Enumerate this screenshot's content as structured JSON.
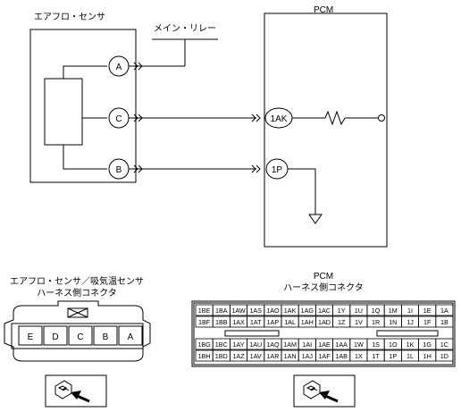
{
  "diagram": {
    "sensor_label": "エアフロ・センサ",
    "pcm_label": "PCM",
    "relay_label": "メイン・リレー",
    "sensor_pins": [
      "A",
      "C",
      "B"
    ],
    "pcm_pins": [
      "1AK",
      "1P"
    ]
  },
  "sensor_connector": {
    "title_line1": "エアフロ・センサ／吸気温センサ",
    "title_line2": "ハーネス側コネクタ",
    "pins": [
      "E",
      "D",
      "C",
      "B",
      "A"
    ]
  },
  "pcm_connector": {
    "title_line1": "PCM",
    "title_line2": "ハーネス側コネクタ",
    "rows": [
      [
        "1BE",
        "1BA",
        "1AW",
        "1AS",
        "1AO",
        "1AK",
        "1AG",
        "1AC",
        "1Y",
        "1U",
        "1Q",
        "1M",
        "1I",
        "1E",
        "1A"
      ],
      [
        "1BF",
        "1BB",
        "1AX",
        "1AT",
        "1AP",
        "1AL",
        "1AH",
        "1AD",
        "1Z",
        "1V",
        "1R",
        "1N",
        "1J",
        "1F",
        "1B"
      ],
      [
        "1BG",
        "1BC",
        "1AY",
        "1AU",
        "1AQ",
        "1AM",
        "1AI",
        "1AE",
        "1AA",
        "1W",
        "1S",
        "1O",
        "1K",
        "1G",
        "1C"
      ],
      [
        "1BH",
        "1BD",
        "1AZ",
        "1AV",
        "1AR",
        "1AN",
        "1AJ",
        "1AF",
        "1AB",
        "1X",
        "1T",
        "1P",
        "1L",
        "1H",
        "1D"
      ]
    ]
  }
}
